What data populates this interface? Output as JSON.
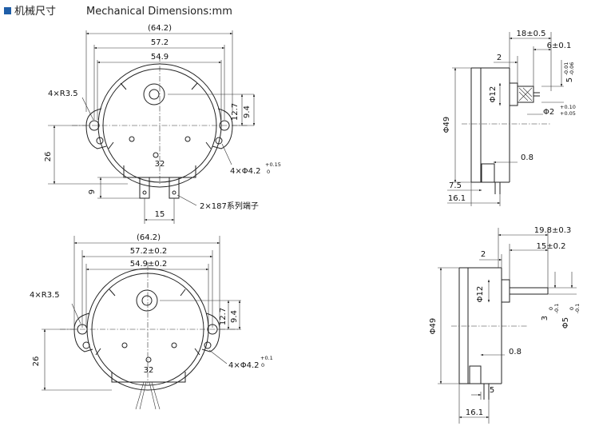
{
  "header": {
    "title_cn": "机械尺寸",
    "title_en": "Mechanical Dimensions:mm",
    "accent": "#1f5ea8"
  },
  "view1": {
    "front": {
      "width_total": "(64.2)",
      "width_mid": "57.2",
      "width_inner": "54.9",
      "corner_radius": "4×R3.5",
      "height_26": "26",
      "base_32": "32",
      "dim_12_7": "12.7",
      "dim_9_4": "9.4",
      "holes_base": "4×Φ4.2",
      "holes_tol_up": "+0.15",
      "holes_tol_dn": "0",
      "dim_9": "9",
      "pin_15": "15",
      "terminal": "2×187系列端子"
    },
    "side": {
      "dim_18": "18±0.5",
      "dim_6": "6±0.1",
      "dim_2": "2",
      "shaft_dia": "Φ12",
      "dim_5": "5",
      "dim_5_tol_up": "-0.01",
      "dim_5_tol_dn": "-0.06",
      "pin_dia": "Φ2",
      "pin_tol_up": "+0.10",
      "pin_tol_dn": "+0.05",
      "body_dia": "Φ49",
      "dim_0_8": "0.8",
      "dim_7_5": "7.5",
      "dim_16_1": "16.1"
    }
  },
  "view2": {
    "front": {
      "width_total": "(64.2)",
      "width_mid": "57.2±0.2",
      "width_inner": "54.9±0.2",
      "corner_radius": "4×R3.5",
      "height_26": "26",
      "base_32": "32",
      "dim_12_7": "12.7",
      "dim_9_4": "9.4",
      "holes_base": "4×Φ4.2",
      "holes_tol_up": "+0.1",
      "holes_tol_dn": "0"
    },
    "side": {
      "dim_19_8": "19.8±0.3",
      "dim_15": "15±0.2",
      "dim_2": "2",
      "shaft_dia": "Φ12",
      "dim_3": "3",
      "dim_3_tol_up": "0",
      "dim_3_tol_dn": "-0.1",
      "dim_5": "Φ5",
      "dim_5_tol_up": "0",
      "dim_5_tol_dn": "-0.1",
      "body_dia": "Φ49",
      "dim_0_8": "0.8",
      "dim_5b": "5",
      "dim_16_1": "16.1"
    }
  }
}
